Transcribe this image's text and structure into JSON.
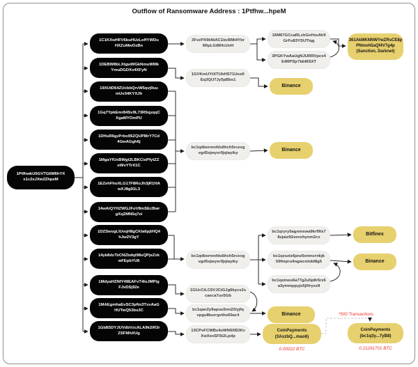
{
  "title": "Outflow of Ransomware Address : 1Ptfhw...hpeM",
  "nodes": {
    "source": "1PtfhwkU5GVTG6M6hYX\nx1c2sJXw2ZhpeM",
    "b1": "1C1KXwHFV6buHUzLoffYWDu\nHXZuMwOzBn",
    "b2": "1DEBW8bLXtgwWGkNmuWMk\nYmuDGDXv4XFyN",
    "b3": "19XUtD64ZUcbbQrvW5qvj9uu\nmUv34KYXJh",
    "b4": "1Gq7YpkEmr84Sv9L73R5qyqqC\nXgaMYOmPU",
    "b5": "1DHuR6gzPrbo95ZQUP8IrY7Cd\n4GwAGgh6j",
    "b6": "1MgaYfUxBWgt2LBKCisPfytZZ\noWvYTrX1C",
    "b7": "1EZehFhoXLG17F8RoJh3jR1HA\nwXJ8g91L3",
    "b8": "14wAiQYHZWGJFoV8mSEcBwr\ngXq2MN5q7ei",
    "b9": "1DZSwvgLlUvqH8gCKIa6pjtHQ4\nhJw2V3gY",
    "b10": "14yk8dz7bCNZbdqt98sQPjeZxk\nwFEpbYU6",
    "b11": "1MdyaHZNfY49EAFvT4IoJMPig\nFJvDSj92e",
    "b12": "1MAEgmhaEvSC3pNs3TxvAaG\nHUTwQ53bs3C",
    "b13": "1Gb8SDYJUVdbVzcALA9k2iR3r\nZSFMhXUg",
    "m1": "3FvzPX9kNiAC1bcBMi4Ybr\n5RpLGtBHcUvH",
    "m2": "1GVKmUYtXTUbHS71UesK\nEq3QU7Jy5pBbs1",
    "m3": "bc1qdbermnfds6hch5rcexg\nvgd5sjwysr0jqlayiky",
    "m4": "bc1qdbermnfds6hch5rcexg\nvgd5sjwysr0jqlayiky",
    "m5": "1GUcCiLC6VJCtGJg6kycx2s\ncaeca7uv5Gb",
    "m6": "bc1qan2y9apuu5nn22tyjfq\nvpgu8kurrgvths60ac4",
    "m7": "13CPvFCWBs4oWN9XB3Kz\nXwXexSF5t2Lpdp",
    "r1": "16M67GCcaRLckGoHxuNr9\nGrFu83YSUTiqg",
    "r2": "3PGKYwAaUgNJURRVpcx4\nE4RPSjr7bbMSXT",
    "r3": "bc1qryry5agnmswa9krf9lx7\n8zjatz92sevvhynm2cx",
    "r4": "bc1qzsztz6pnz6xmncrnkjk\n59fmpru4ngwcmtdd8g5",
    "r5": "bc1qstneu6a77g2u5p8r5rz6\na3ymmppyjs5j0lryxz8",
    "y1": "Binance",
    "y2": "Binance",
    "y3": "Binance",
    "y4": "CoinPayments\n(3AxzbQ...mao6)",
    "f1": "361AkMKNNWYwZRsCE8p\nPNmoh5aQf4V7g4p\n(Sanction, Darknet)",
    "f2": "Bitfinex",
    "f3": "Binance",
    "f4": "CoinPayments\n(bc1q3y...7yB8)"
  },
  "annotations": {
    "tx_count": "*500 Transactions",
    "btc_small": "0.00022 BTC",
    "btc_large": "0.21291701 BTC"
  },
  "colors": {
    "wallet": "#050505",
    "intermediate": "#f1efec",
    "exchange": "#e7d06e",
    "alert": "#e8322c"
  }
}
